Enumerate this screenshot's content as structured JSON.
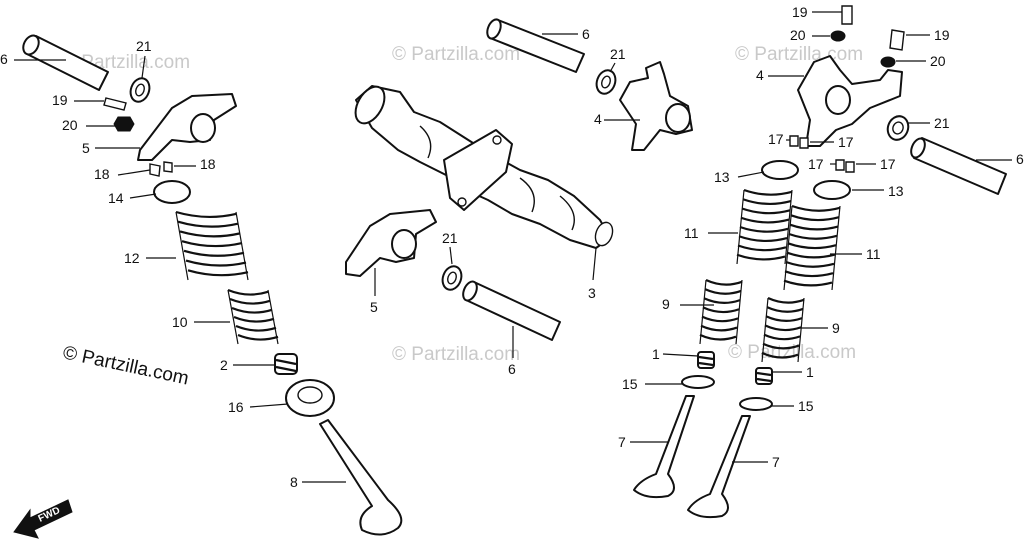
{
  "watermarks": [
    "© Partzilla.com",
    "© Partzilla.com",
    "© Partzilla.com",
    "© Partzilla.com",
    "© Partzilla.com"
  ],
  "copyright": "© Partzilla.com",
  "direction_marker": "FWD",
  "callouts": [
    {
      "id": "c1",
      "text": "6"
    },
    {
      "id": "c2",
      "text": "21"
    },
    {
      "id": "c3",
      "text": "19"
    },
    {
      "id": "c4",
      "text": "20"
    },
    {
      "id": "c5",
      "text": "5"
    },
    {
      "id": "c6",
      "text": "18"
    },
    {
      "id": "c7",
      "text": "18"
    },
    {
      "id": "c8",
      "text": "14"
    },
    {
      "id": "c9",
      "text": "12"
    },
    {
      "id": "c10",
      "text": "10"
    },
    {
      "id": "c11",
      "text": "2"
    },
    {
      "id": "c12",
      "text": "16"
    },
    {
      "id": "c13",
      "text": "8"
    },
    {
      "id": "c14",
      "text": "6"
    },
    {
      "id": "c15",
      "text": "21"
    },
    {
      "id": "c16",
      "text": "4"
    },
    {
      "id": "c17",
      "text": "21"
    },
    {
      "id": "c18",
      "text": "5"
    },
    {
      "id": "c19",
      "text": "3"
    },
    {
      "id": "c20",
      "text": "6"
    },
    {
      "id": "c21",
      "text": "19"
    },
    {
      "id": "c22",
      "text": "20"
    },
    {
      "id": "c23",
      "text": "19"
    },
    {
      "id": "c24",
      "text": "20"
    },
    {
      "id": "c25",
      "text": "4"
    },
    {
      "id": "c26",
      "text": "21"
    },
    {
      "id": "c27",
      "text": "6"
    },
    {
      "id": "c28",
      "text": "17"
    },
    {
      "id": "c29",
      "text": "17"
    },
    {
      "id": "c30",
      "text": "17"
    },
    {
      "id": "c31",
      "text": "17"
    },
    {
      "id": "c32",
      "text": "13"
    },
    {
      "id": "c33",
      "text": "13"
    },
    {
      "id": "c34",
      "text": "11"
    },
    {
      "id": "c35",
      "text": "11"
    },
    {
      "id": "c36",
      "text": "9"
    },
    {
      "id": "c37",
      "text": "9"
    },
    {
      "id": "c38",
      "text": "1"
    },
    {
      "id": "c39",
      "text": "1"
    },
    {
      "id": "c40",
      "text": "15"
    },
    {
      "id": "c41",
      "text": "15"
    },
    {
      "id": "c42",
      "text": "7"
    },
    {
      "id": "c43",
      "text": "7"
    }
  ]
}
